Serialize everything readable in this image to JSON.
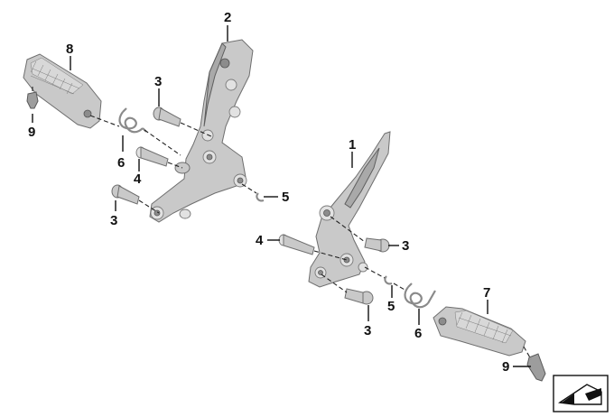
{
  "callouts": [
    {
      "id": "c2",
      "text": "2"
    },
    {
      "id": "c8",
      "text": "8"
    },
    {
      "id": "c3a",
      "text": "3"
    },
    {
      "id": "c9a",
      "text": "9"
    },
    {
      "id": "c6a",
      "text": "6"
    },
    {
      "id": "c4a",
      "text": "4"
    },
    {
      "id": "c3b",
      "text": "3"
    },
    {
      "id": "c5a",
      "text": "5"
    },
    {
      "id": "c1",
      "text": "1"
    },
    {
      "id": "c4b",
      "text": "4"
    },
    {
      "id": "c3c",
      "text": "3"
    },
    {
      "id": "c5b",
      "text": "5"
    },
    {
      "id": "c7",
      "text": "7"
    },
    {
      "id": "c3d",
      "text": "3"
    },
    {
      "id": "c6b",
      "text": "6"
    },
    {
      "id": "c9b",
      "text": "9"
    }
  ],
  "labels": {
    "c2": "2",
    "c8": "8",
    "c3a": "3",
    "c9a": "9",
    "c6a": "6",
    "c4a": "4",
    "c3b": "3",
    "c5a": "5",
    "c1": "1",
    "c4b": "4",
    "c3c": "3",
    "c5b": "5",
    "c7": "7",
    "c3d": "3",
    "c6b": "6",
    "c9b": "9"
  },
  "icons": {
    "corner_badge": "direction-arrow-icon"
  },
  "colors": {
    "part_fill": "#c9c9c9",
    "line": "#111111",
    "background": "#ffffff"
  }
}
